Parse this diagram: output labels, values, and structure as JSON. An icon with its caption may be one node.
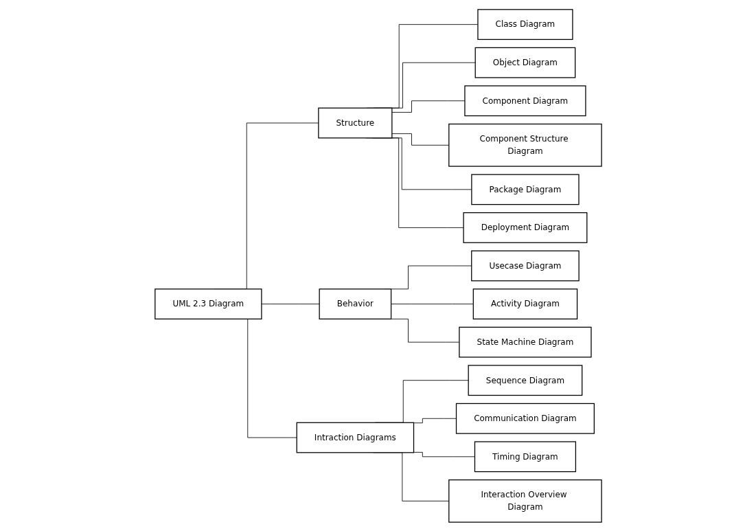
{
  "diagram": {
    "nodes": [
      {
        "text": [
          "UML 2.3 Diagram"
        ]
      },
      {
        "text": [
          "Structure"
        ]
      },
      {
        "text": [
          "Behavior"
        ]
      },
      {
        "text": [
          "Intraction Diagrams"
        ]
      },
      {
        "text": [
          "Class Diagram"
        ]
      },
      {
        "text": [
          "Object Diagram"
        ]
      },
      {
        "text": [
          "Component Diagram"
        ]
      },
      {
        "text": [
          "Component Structure Diagram"
        ]
      },
      {
        "text": [
          "Package Diagram"
        ]
      },
      {
        "text": [
          "Deployment Diagram"
        ]
      },
      {
        "text": [
          "Usecase Diagram"
        ]
      },
      {
        "text": [
          "Activity Diagram"
        ]
      },
      {
        "text": [
          "State Machine Diagram"
        ]
      },
      {
        "text": [
          "Sequence Diagram"
        ]
      },
      {
        "text": [
          "Communication Diagram"
        ]
      },
      {
        "text": [
          "Timing Diagram"
        ]
      },
      {
        "text": [
          "Interaction Overview Diagram"
        ]
      }
    ],
    "edges": [
      {
        "from": 0,
        "to": 1,
        "arrow": "none"
      },
      {
        "from": 0,
        "to": 2,
        "arrow": "none"
      },
      {
        "from": 0,
        "to": 3,
        "arrow": "none"
      },
      {
        "from": 1,
        "to": 4,
        "arrow": "none"
      },
      {
        "from": 1,
        "to": 5,
        "arrow": "none"
      },
      {
        "from": 1,
        "to": 6,
        "arrow": "none"
      },
      {
        "from": 1,
        "to": 7,
        "arrow": "none"
      },
      {
        "from": 1,
        "to": 8,
        "arrow": "none"
      },
      {
        "from": 1,
        "to": 9,
        "arrow": "none"
      },
      {
        "from": 2,
        "to": 10,
        "arrow": "none"
      },
      {
        "from": 2,
        "to": 11,
        "arrow": "none"
      },
      {
        "from": 2,
        "to": 12,
        "arrow": "none"
      },
      {
        "from": 3,
        "to": 13,
        "arrow": "none"
      },
      {
        "from": 3,
        "to": 14,
        "arrow": "none"
      },
      {
        "from": 3,
        "to": 15,
        "arrow": "none"
      },
      {
        "from": 3,
        "to": 16,
        "arrow": "none"
      }
    ]
  }
}
